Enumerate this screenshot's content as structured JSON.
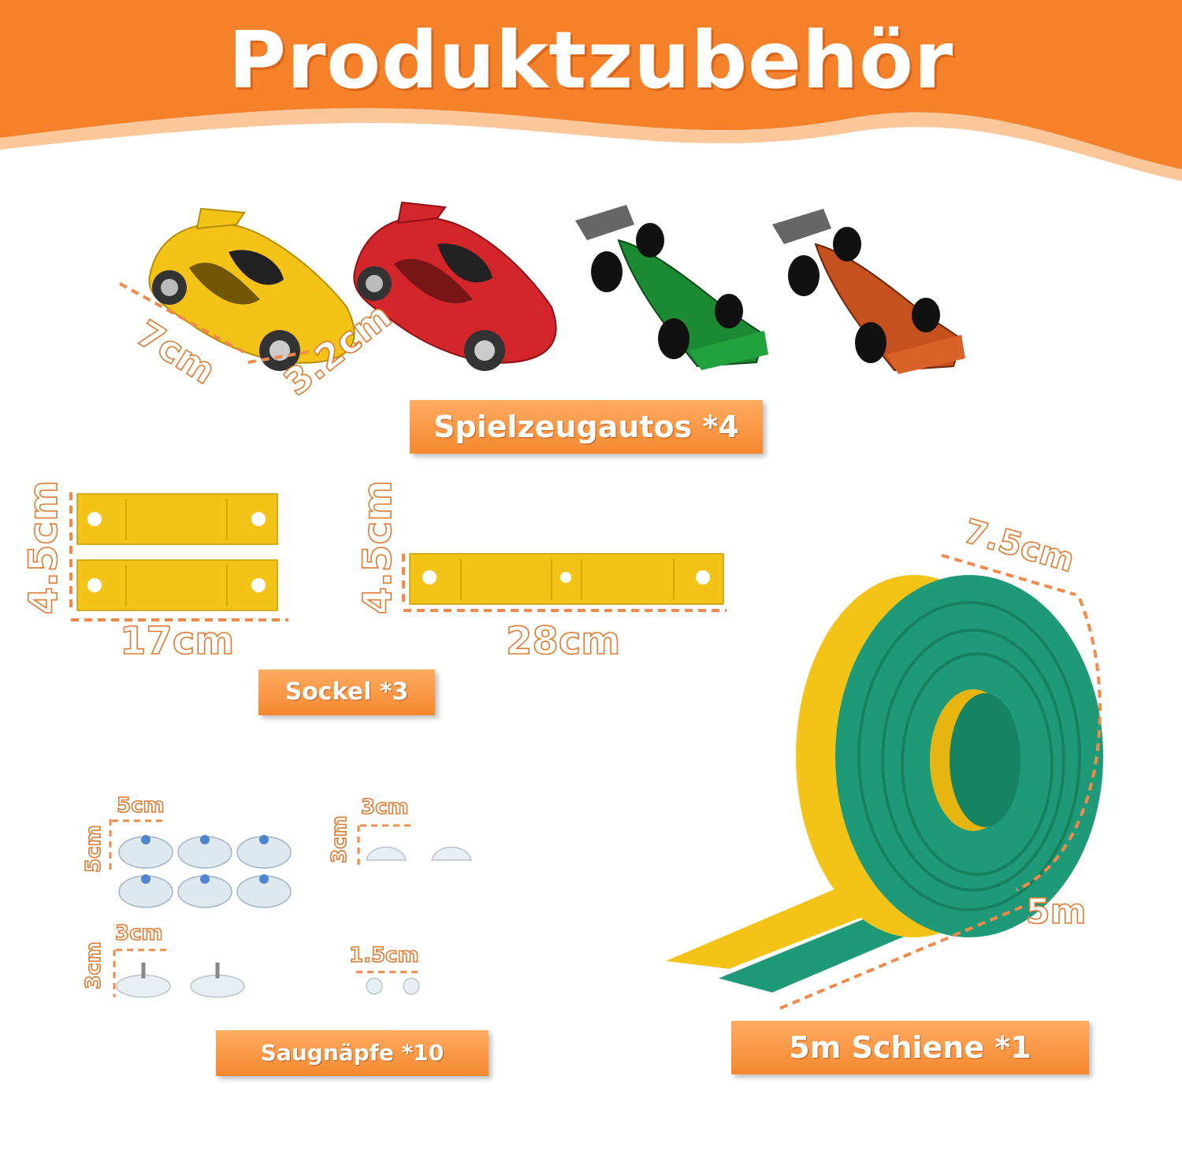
{
  "header": {
    "title": "Produktzubehör",
    "color": "#f5822a"
  },
  "sections": {
    "cars": {
      "label": "Spielzeugautos *4",
      "dim_length": "7cm",
      "dim_width": "3.2cm"
    },
    "sockel": {
      "label": "Sockel *3",
      "small_height": "4.5cm",
      "small_width": "17cm",
      "large_height": "4.5cm",
      "large_width": "28cm"
    },
    "suction": {
      "label": "Saugnäpfe *10",
      "group1_w": "5cm",
      "group1_h": "5cm",
      "group2_w": "3cm",
      "group2_h": "3cm",
      "group3_w": "3cm",
      "group3_h": "3cm",
      "group4_w": "1.5cm"
    },
    "track": {
      "label": "5m Schiene *1",
      "dim_width": "7.5cm",
      "dim_length": "5m"
    }
  },
  "colors": {
    "orange": "#f5882f",
    "yellow": "#f3c318",
    "green": "#1f9a78",
    "red": "#d3262b"
  }
}
